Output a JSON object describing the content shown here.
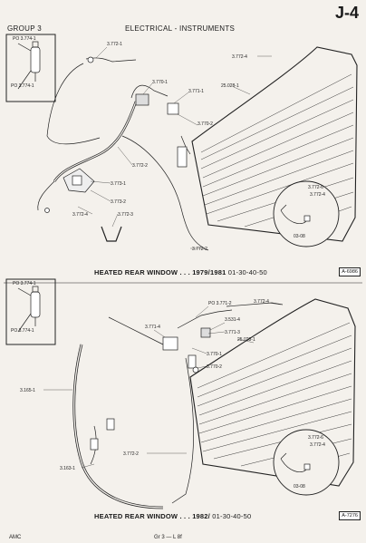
{
  "header": {
    "group": "GROUP 3",
    "section": "ELECTRICAL - INSTRUMENTS",
    "page_code": "J-4"
  },
  "figure_top": {
    "title": "HEATED REAR WINDOW . . . 1979/1981",
    "range": "01-30-40-50",
    "ref": "A-6986",
    "inset_box": {
      "labels": [
        "PO 3.774-1",
        "PO 3.774-1"
      ]
    },
    "inset_circle": {
      "labels": [
        "3.772-6",
        "3.772-4"
      ],
      "code": "03-08"
    },
    "parts": [
      "3.772-1",
      "3.772-4",
      "3.770-1",
      "3.771-1",
      "25.028-1",
      "3.770-2",
      "3.772-2",
      "3.773-1",
      "3.773-2",
      "3.772-4",
      "3.772-3",
      "3.772-2"
    ]
  },
  "figure_bottom": {
    "title": "HEATED REAR WINDOW . . . 1982/",
    "range": "01-30-40-50",
    "ref": "A-7276",
    "inset_box": {
      "labels": [
        "PO 3.774-1",
        "PO 3.774-1"
      ]
    },
    "inset_circle": {
      "labels": [
        "3.772-6",
        "3.772-4"
      ],
      "code": "03-08"
    },
    "parts": [
      "PO 3.771-2",
      "3.531-4",
      "3.771-4",
      "3.771-3",
      "3.772-4",
      "25.028-1",
      "3.770-1",
      "3.770-2",
      "3.165-1",
      "3.772-2",
      "3.163-1"
    ]
  },
  "footer": {
    "left": "AMC",
    "center": "Gr 3 — L 8f"
  }
}
